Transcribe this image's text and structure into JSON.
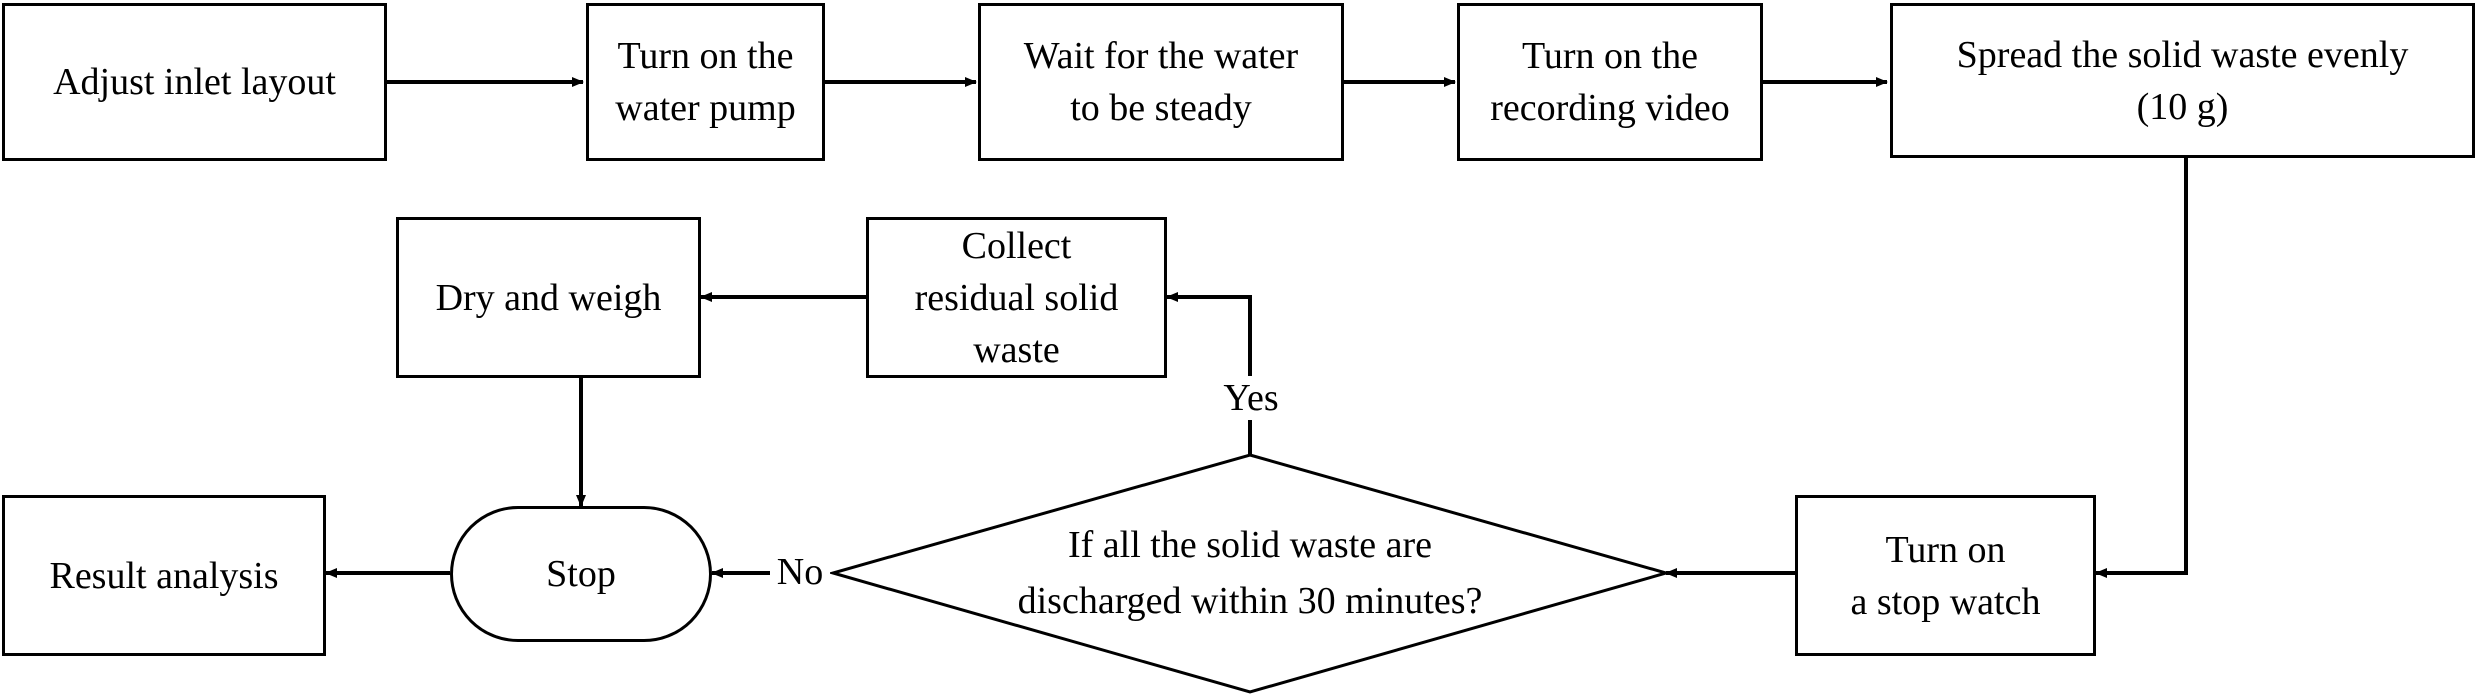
{
  "nodes": {
    "adjust_inlet": "Adjust inlet layout",
    "water_pump": "Turn on the\nwater pump",
    "wait_water": "Wait for the water\nto be steady",
    "recording_video": "Turn on the\nrecording video",
    "spread_waste": "Spread the solid waste evenly\n(10 g)",
    "stop_watch": "Turn on\na stop watch",
    "decision": "If all the solid waste are\ndischarged within 30 minutes?",
    "collect_waste": "Collect\nresidual solid\nwaste",
    "dry_weigh": "Dry and weigh",
    "stop": "Stop",
    "result_analysis": "Result analysis"
  },
  "edges": {
    "yes_label": "Yes",
    "no_label": "No"
  }
}
